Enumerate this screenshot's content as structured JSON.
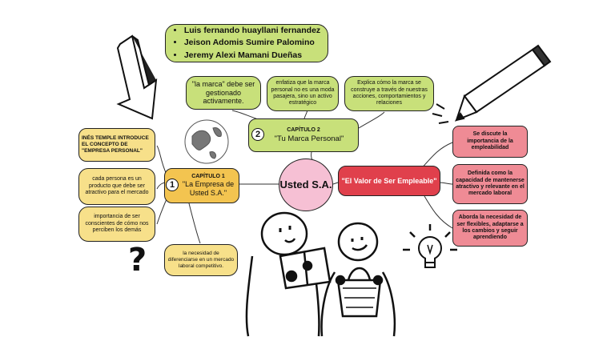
{
  "authors": [
    "Luis fernando huayllani fernandez",
    "Jeison Adomis Sumire Palomino",
    "Jeremy Alexi Mamani Dueñas"
  ],
  "center": {
    "label": "Usted S.A."
  },
  "chapter1": {
    "number": "1",
    "title": "CAPÍTULO 1",
    "subtitle": "\"La Empresa de Usted S.A.\"",
    "notes": [
      "INÉS TEMPLE INTRODUCE EL CONCEPTO DE \"EMPRESA PERSONAL\"",
      "cada persona es un producto que debe ser atractivo para el mercado",
      "importancia de ser conscientes de cómo nos perciben los demás",
      "la necesidad de diferenciarse en un mercado laboral competitivo."
    ]
  },
  "chapter2": {
    "number": "2",
    "title": "CAPÍTULO 2",
    "subtitle": "\"Tu Marca Personal\"",
    "notes": [
      "\"la marca\" debe ser gestionado activamente.",
      "enfatiza que la marca personal no es una moda pasajera, sino un activo estratégico",
      "Explica cómo la marca  se construye a través de nuestras acciones, comportamientos y relaciones"
    ]
  },
  "chapter3": {
    "title": "\"El Valor de Ser Empleable\"",
    "notes": [
      "Se discute la importancia de la empleabilidad",
      "Definida como la capacidad de mantenerse atractivo y relevante en el mercado laboral",
      "Aborda la necesidad de ser flexibles, adaptarse a los cambios y seguir aprendiendo"
    ]
  },
  "decor": {
    "question_mark": "?",
    "icons": [
      "arrow-icon",
      "pencil-icon",
      "globe-icon",
      "lightbulb-icon",
      "person-reading-icon",
      "person-carrying-icon"
    ]
  }
}
